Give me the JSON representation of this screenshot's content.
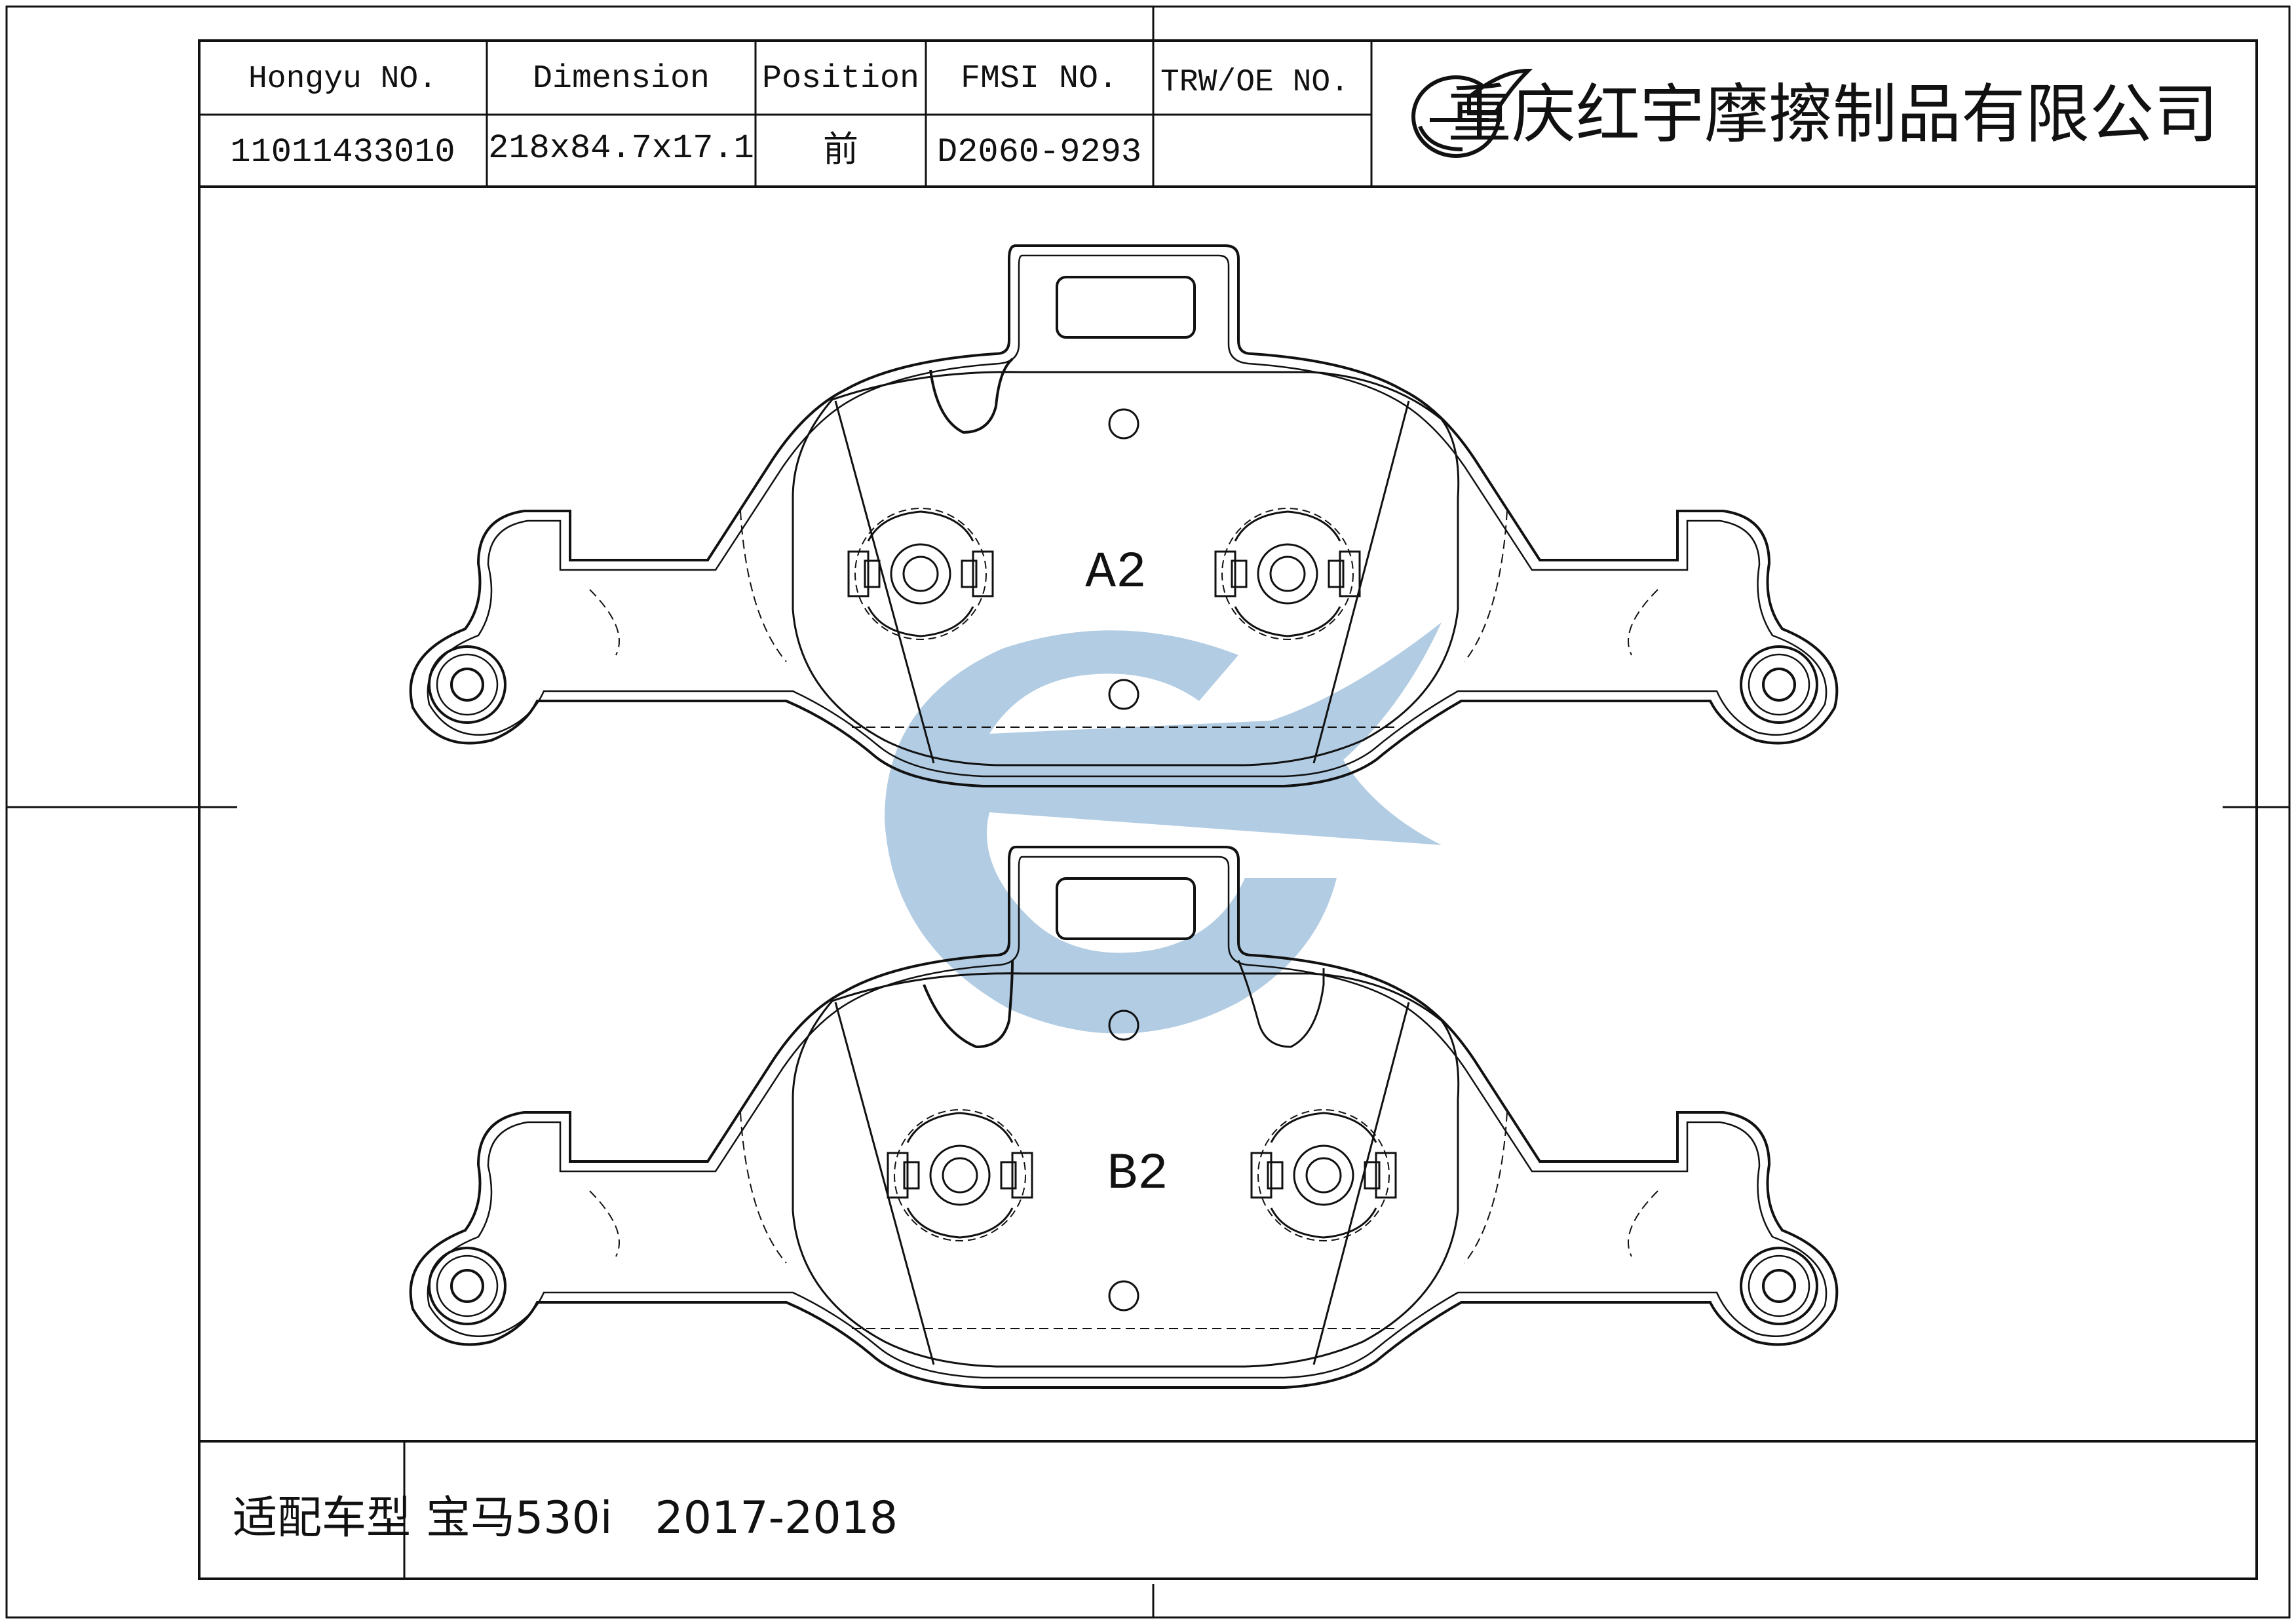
{
  "header": {
    "hongyu_label": "Hongyu NO.",
    "hongyu_value": "11011433010",
    "dimension_label": "Dimension",
    "dimension_value": "218x84.7x17.1",
    "position_label": "Position",
    "position_value": "前",
    "fmsi_label": "FMSI NO.",
    "fmsi_value": "D2060-9293",
    "trw_label": "TRW/OE NO.",
    "trw_value": "",
    "company_name": "重庆红宇摩擦制品有限公司"
  },
  "drawing": {
    "pad_a_label": "A2",
    "pad_b_label": "B2"
  },
  "footer": {
    "fit_label": "适配车型",
    "fit_value": "宝马530i   2017-2018"
  },
  "colors": {
    "line": "#111111",
    "watermark": "#a9c6e0",
    "background": "#ffffff"
  }
}
